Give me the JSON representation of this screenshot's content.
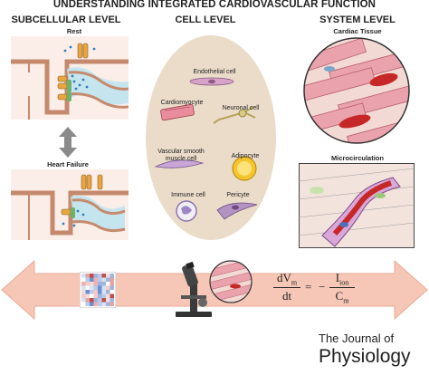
{
  "title": "UNDERSTANDING INTEGRATED CARDIOVASCULAR FUNCTION",
  "columns": {
    "subcellular": {
      "heading": "SUBCELLULAR LEVEL",
      "top_label": "Rest",
      "bottom_label": "Heart Failure"
    },
    "cell": {
      "heading": "CELL LEVEL",
      "cells": {
        "endothelial": "Endothelial cell",
        "cardiomyocyte": "Cardiomyocyte",
        "neuronal": "Neuronal cell",
        "vsmc_line1": "Vascular smooth",
        "vsmc_line2": "muscle cell",
        "adipocyte": "Adipocyte",
        "immune": "Immune cell",
        "pericyte": "Pericyte"
      }
    },
    "system": {
      "heading": "SYSTEM LEVEL",
      "top_label": "Cardiac Tissue",
      "bottom_label": "Microcirculation"
    }
  },
  "equation": {
    "lhs_num": "dV",
    "lhs_num_sub": "m",
    "lhs_den": "dt",
    "equals": "=",
    "minus": "−",
    "rhs_num": "I",
    "rhs_num_sub": "ion",
    "rhs_den": "C",
    "rhs_den_sub": "m"
  },
  "journal": {
    "line1": "The Journal of",
    "line2": "Physiology"
  },
  "colors": {
    "arrow": "#f6c7b6",
    "arrow_stroke": "#e8a995",
    "oval": "#eadcc9",
    "fluid": "#bfe3ee",
    "membrane": "#c58a6e",
    "vessel_red": "#c62828"
  }
}
